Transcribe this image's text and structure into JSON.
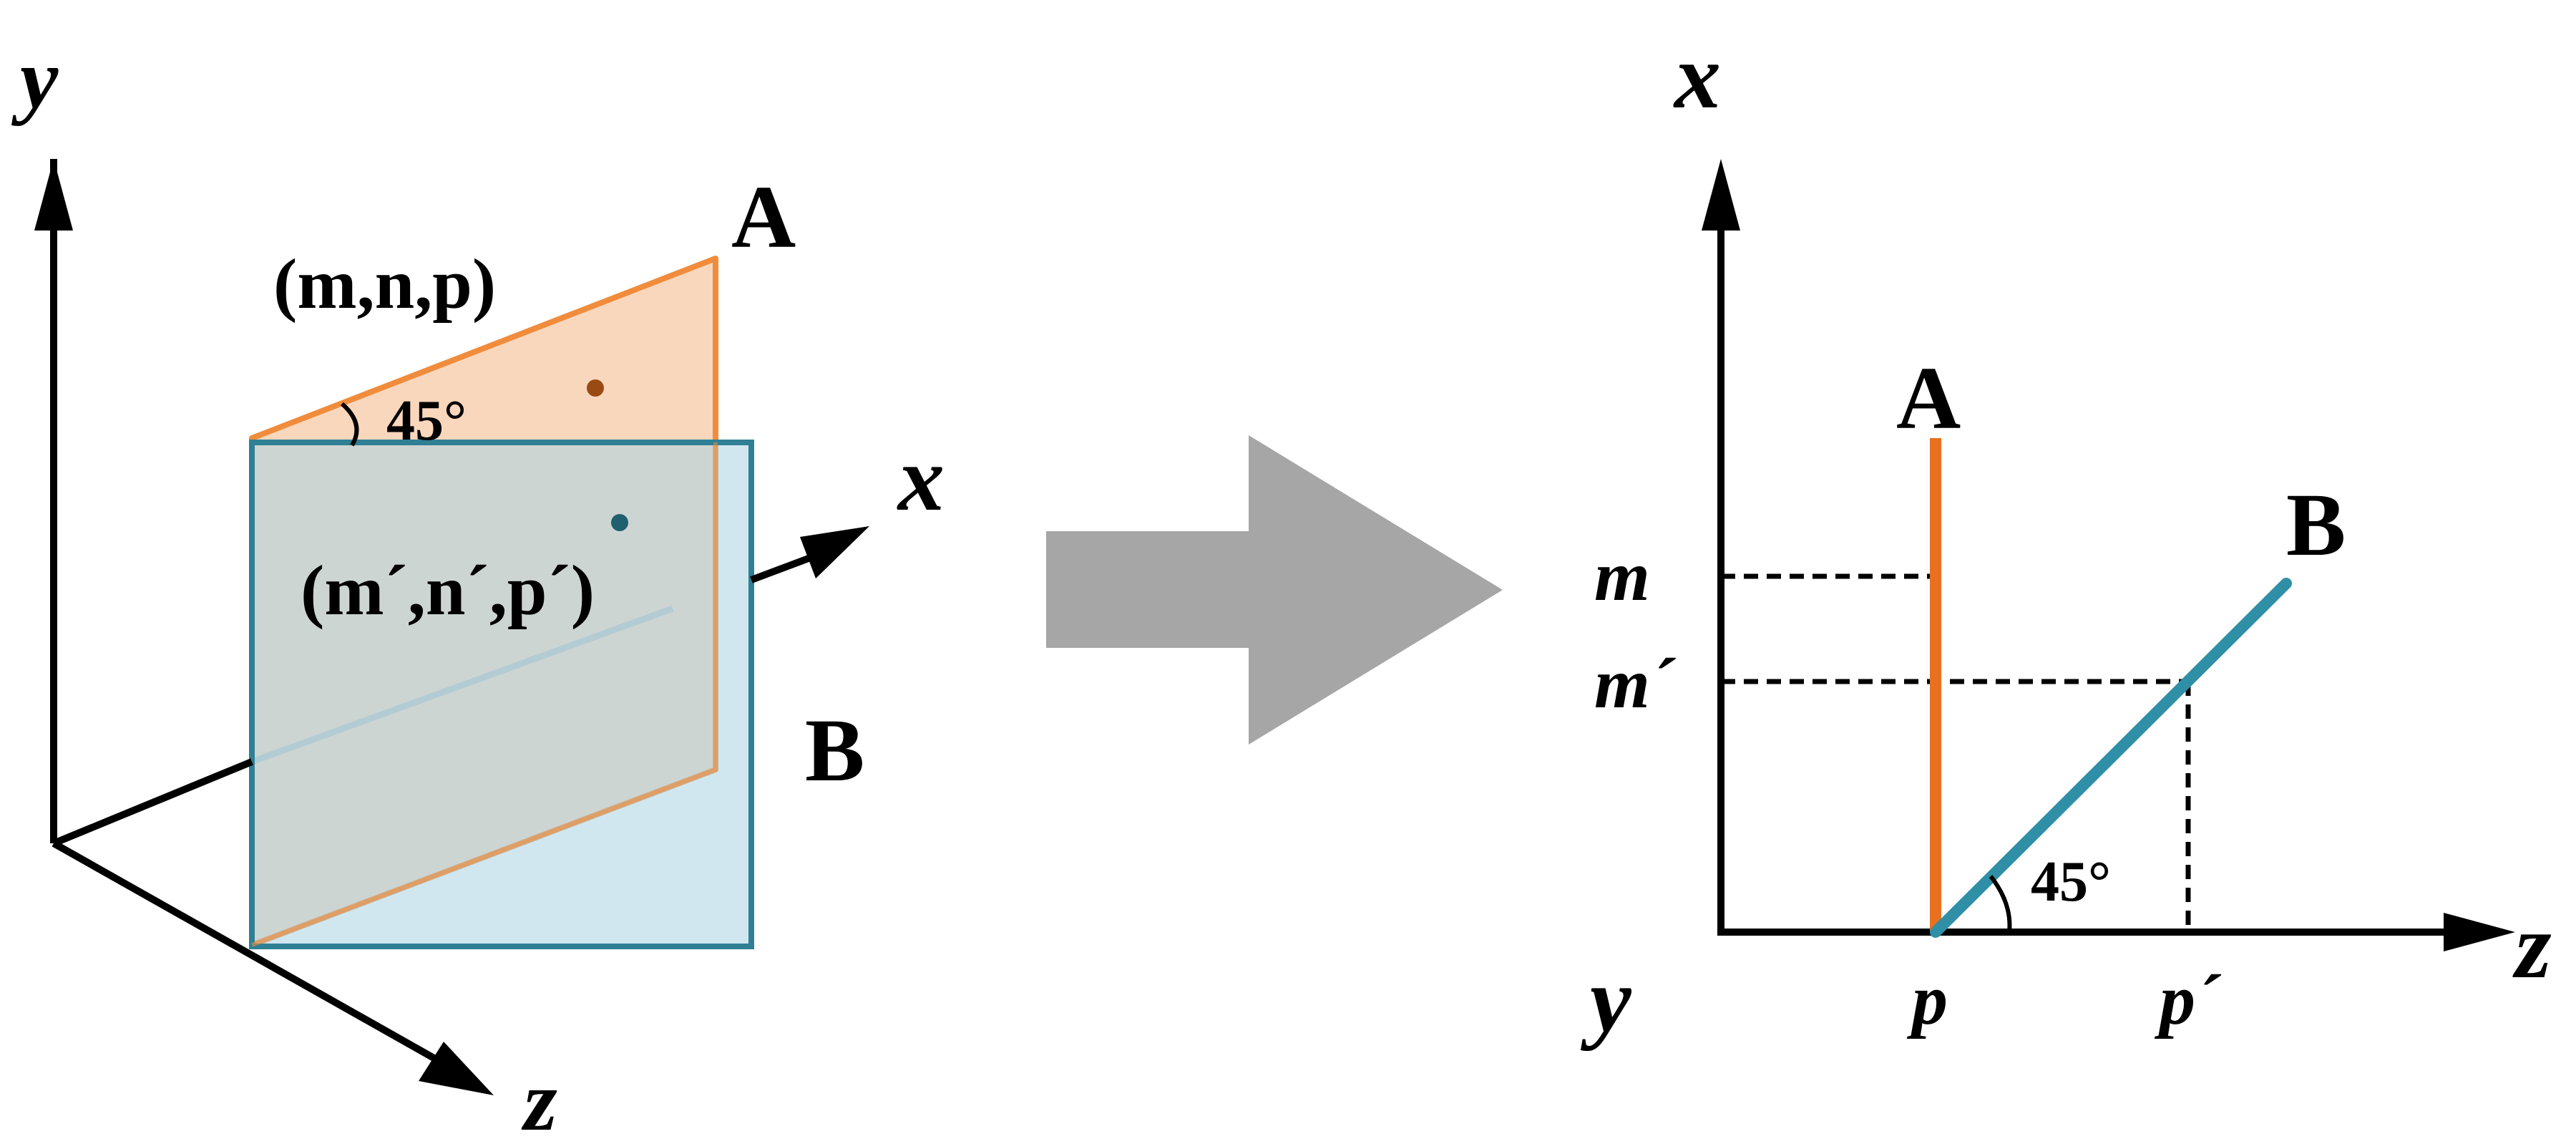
{
  "left_diagram": {
    "axis_y": "y",
    "axis_x": "x",
    "axis_z": "z",
    "plane_a_label": "A",
    "plane_b_label": "B",
    "point_a_label": "(m,n,p)",
    "point_b_label": "(m´,n´,p´)",
    "angle_label": "45°"
  },
  "right_diagram": {
    "axis_x": "x",
    "axis_z": "z",
    "axis_y": "y",
    "line_a_label": "A",
    "line_b_label": "B",
    "tick_m": "m",
    "tick_m_prime": "m´",
    "tick_p": "p",
    "tick_p_prime": "p´",
    "angle_label": "45°"
  },
  "colors": {
    "plane_a_fill": "#f9d7bd",
    "plane_a_stroke": "#f08c3c",
    "plane_b_fill": "#a9d3e3",
    "plane_b_stroke": "#2f7f95",
    "line_a": "#e8701e",
    "line_b": "#2f8fa6",
    "arrow": "#a6a6a6",
    "point_a": "#9a4a14",
    "point_b": "#1f5f70"
  }
}
